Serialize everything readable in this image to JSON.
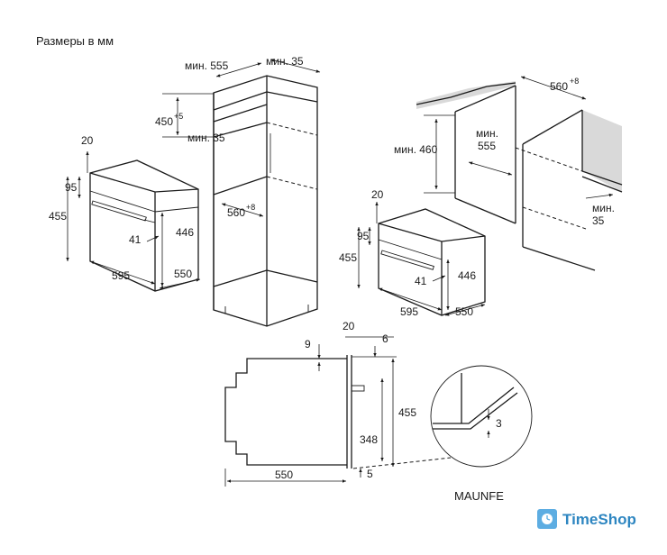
{
  "title": "Размеры в мм",
  "caption": "MAUNFE",
  "brand": {
    "name": "TimeShop",
    "logo_icon": "shopping-bag-clock-icon",
    "color": "#2e86c1"
  },
  "tall_cabinet": {
    "width": "мин. 555",
    "depth": "мин. 35",
    "gap": "мин. 35",
    "height": "450",
    "height_sup": "+5",
    "niche": "560",
    "niche_sup": "+8"
  },
  "oven_left": {
    "top_gap": "20",
    "panel": "95",
    "height": "455",
    "inner": "446",
    "handle": "41",
    "width": "595",
    "depth": "550"
  },
  "under_counter": {
    "niche": "560",
    "niche_sup": "+8",
    "height": "мин. 460",
    "width": "мин.",
    "width2": "555",
    "depth": "мин.",
    "depth2": "35"
  },
  "oven_right": {
    "top_gap": "20",
    "panel": "95",
    "height": "455",
    "inner": "446",
    "handle": "41",
    "width": "595",
    "depth": "550"
  },
  "side_view": {
    "gap_top": "20",
    "left": "9",
    "right": "6",
    "height": "455",
    "inner": "348",
    "bottom": "5",
    "depth": "550",
    "detail": "3"
  }
}
